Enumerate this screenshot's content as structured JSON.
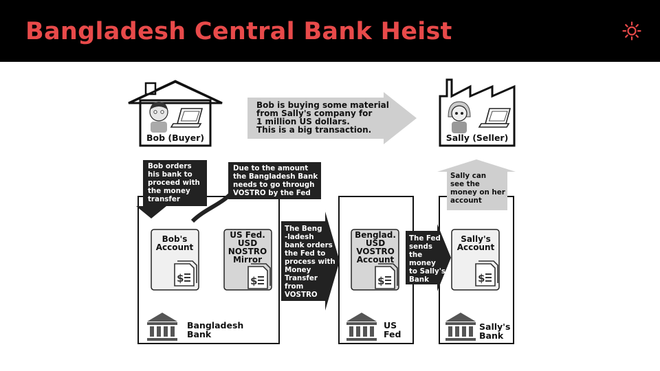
{
  "slide": {
    "title": "Bangladesh Central Bank Heist",
    "accent_color": "#e84a4a",
    "header_color": "#000000",
    "icon": "sun-icon"
  },
  "diagram": {
    "buyer": {
      "caption": "Bob (Buyer)",
      "icon": "house-icon"
    },
    "seller": {
      "caption": "Sally (Seller)",
      "icon": "factory-icon"
    },
    "deal_note": [
      "Bob is buying some material",
      "from Sally's company for",
      "1 million US dollars.",
      "This is a big transaction."
    ],
    "bob_order_note": [
      "Bob orders",
      "his bank to",
      "proceed with",
      "the money",
      "transfer"
    ],
    "vostro_note": [
      "Due to the amount",
      "the Bangladesh Bank",
      "needs to go through",
      "VOSTRO by the Fed"
    ],
    "bangladesh_orders_note": [
      "The Beng",
      "-ladesh",
      "bank orders",
      "the Fed to",
      "process with",
      "Money",
      "Transfer",
      "from",
      "VOSTRO"
    ],
    "fed_sends_note": [
      "The Fed",
      "sends",
      "the",
      "money",
      "to Sally's",
      "Bank"
    ],
    "sally_sees_note": [
      "Sally can",
      "see the",
      "money on her",
      "account"
    ],
    "accounts": {
      "bobs_account": [
        "Bob's",
        "Account"
      ],
      "nostro_mirror": [
        "US Fed.",
        "USD",
        "NOSTRO",
        "Mirror"
      ],
      "vostro_account": [
        "Benglad.",
        "USD",
        "VOSTRO",
        "Account"
      ],
      "sallys_account": [
        "Sally's",
        "Account"
      ]
    },
    "banks": {
      "bangladesh_bank": [
        "Bangladesh",
        "Bank"
      ],
      "us_fed": [
        "US",
        "Fed"
      ],
      "sallys_bank": [
        "Sally's",
        "Bank"
      ]
    }
  }
}
